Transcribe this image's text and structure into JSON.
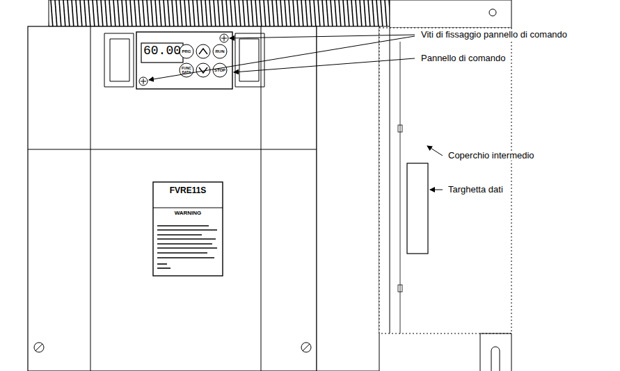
{
  "diagram": {
    "labels": [
      "Viti di fissaggio pannello di comando",
      "Pannello di comando",
      "Coperchio intermedio",
      "Targhetta dati",
      "60.00",
      "PRG",
      "RUN",
      "FUNC DATA",
      "STOP",
      "FVRE11S",
      "WARNING"
    ]
  }
}
